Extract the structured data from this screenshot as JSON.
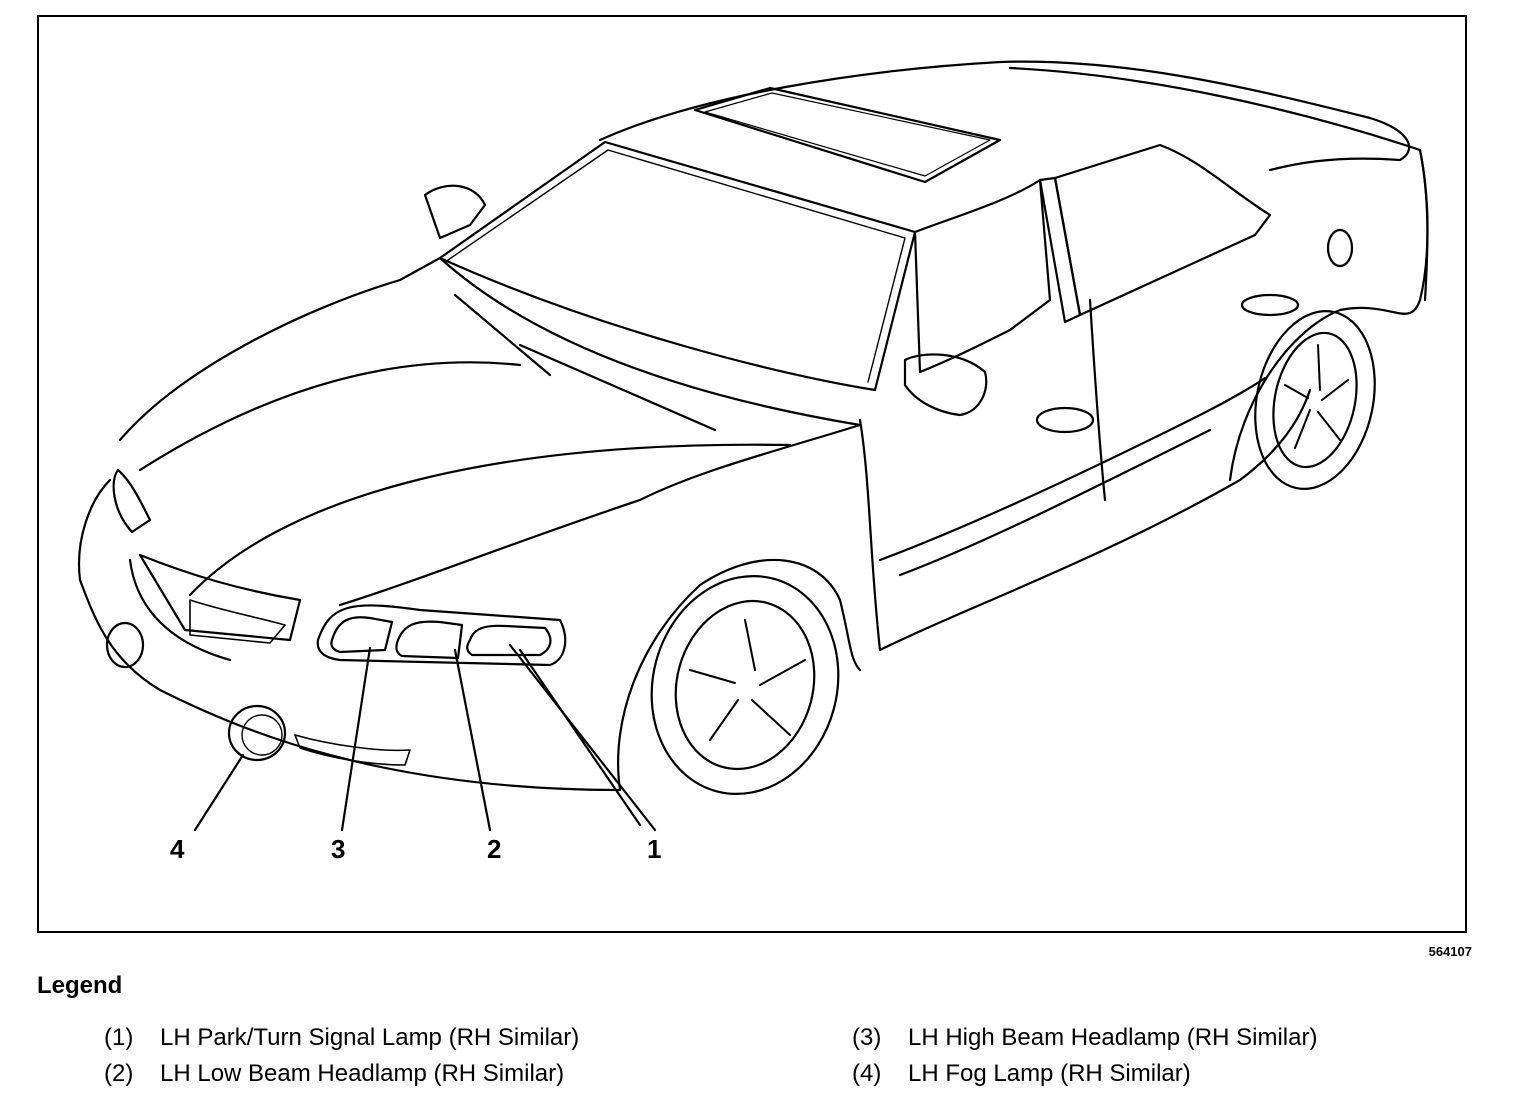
{
  "figure": {
    "id": "564107",
    "callouts": [
      "1",
      "2",
      "3",
      "4"
    ]
  },
  "legend": {
    "title": "Legend",
    "items": [
      {
        "num": "(1)",
        "text": "LH Park/Turn Signal Lamp (RH Similar)"
      },
      {
        "num": "(2)",
        "text": "LH Low Beam Headlamp (RH Similar)"
      },
      {
        "num": "(3)",
        "text": "LH High Beam Headlamp (RH Similar)"
      },
      {
        "num": "(4)",
        "text": "LH Fog Lamp (RH Similar)"
      }
    ]
  },
  "colors": {
    "line": "#000000",
    "background": "#ffffff"
  }
}
